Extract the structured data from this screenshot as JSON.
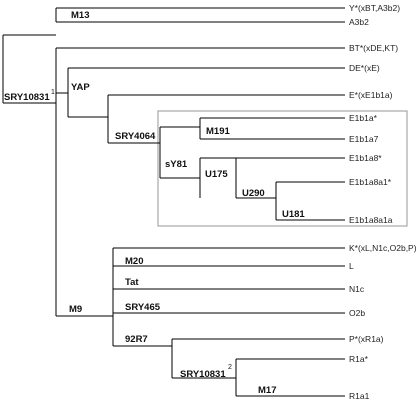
{
  "tree": {
    "root_label": "SRY10831",
    "root_superscript": "1",
    "clades": {
      "m13": "M13",
      "yap": "YAP",
      "sry4064": "SRY4064",
      "sy81": "sY81",
      "m191": "M191",
      "u175": "U175",
      "u290": "U290",
      "u181": "U181",
      "m9": "M9",
      "m20": "M20",
      "tat": "Tat",
      "sry465": "SRY465",
      "r92r7": "92R7",
      "sry10831_2": "SRY10831",
      "sry10831_2_sup": "2",
      "m17": "M17"
    },
    "leaves": [
      "Y*(xBT,A3b2)",
      "A3b2",
      "BT*(xDE,KT)",
      "DE*(xE)",
      "E*(xE1b1a)",
      "E1b1a*",
      "E1b1a7",
      "E1b1a8*",
      "E1b1a8a1*",
      "E1b1a8a1a",
      "K*(xL,N1c,O2b,P)",
      "L",
      "N1c",
      "O2b",
      "P*(xR1a)",
      "R1a*",
      "R1a1"
    ]
  }
}
